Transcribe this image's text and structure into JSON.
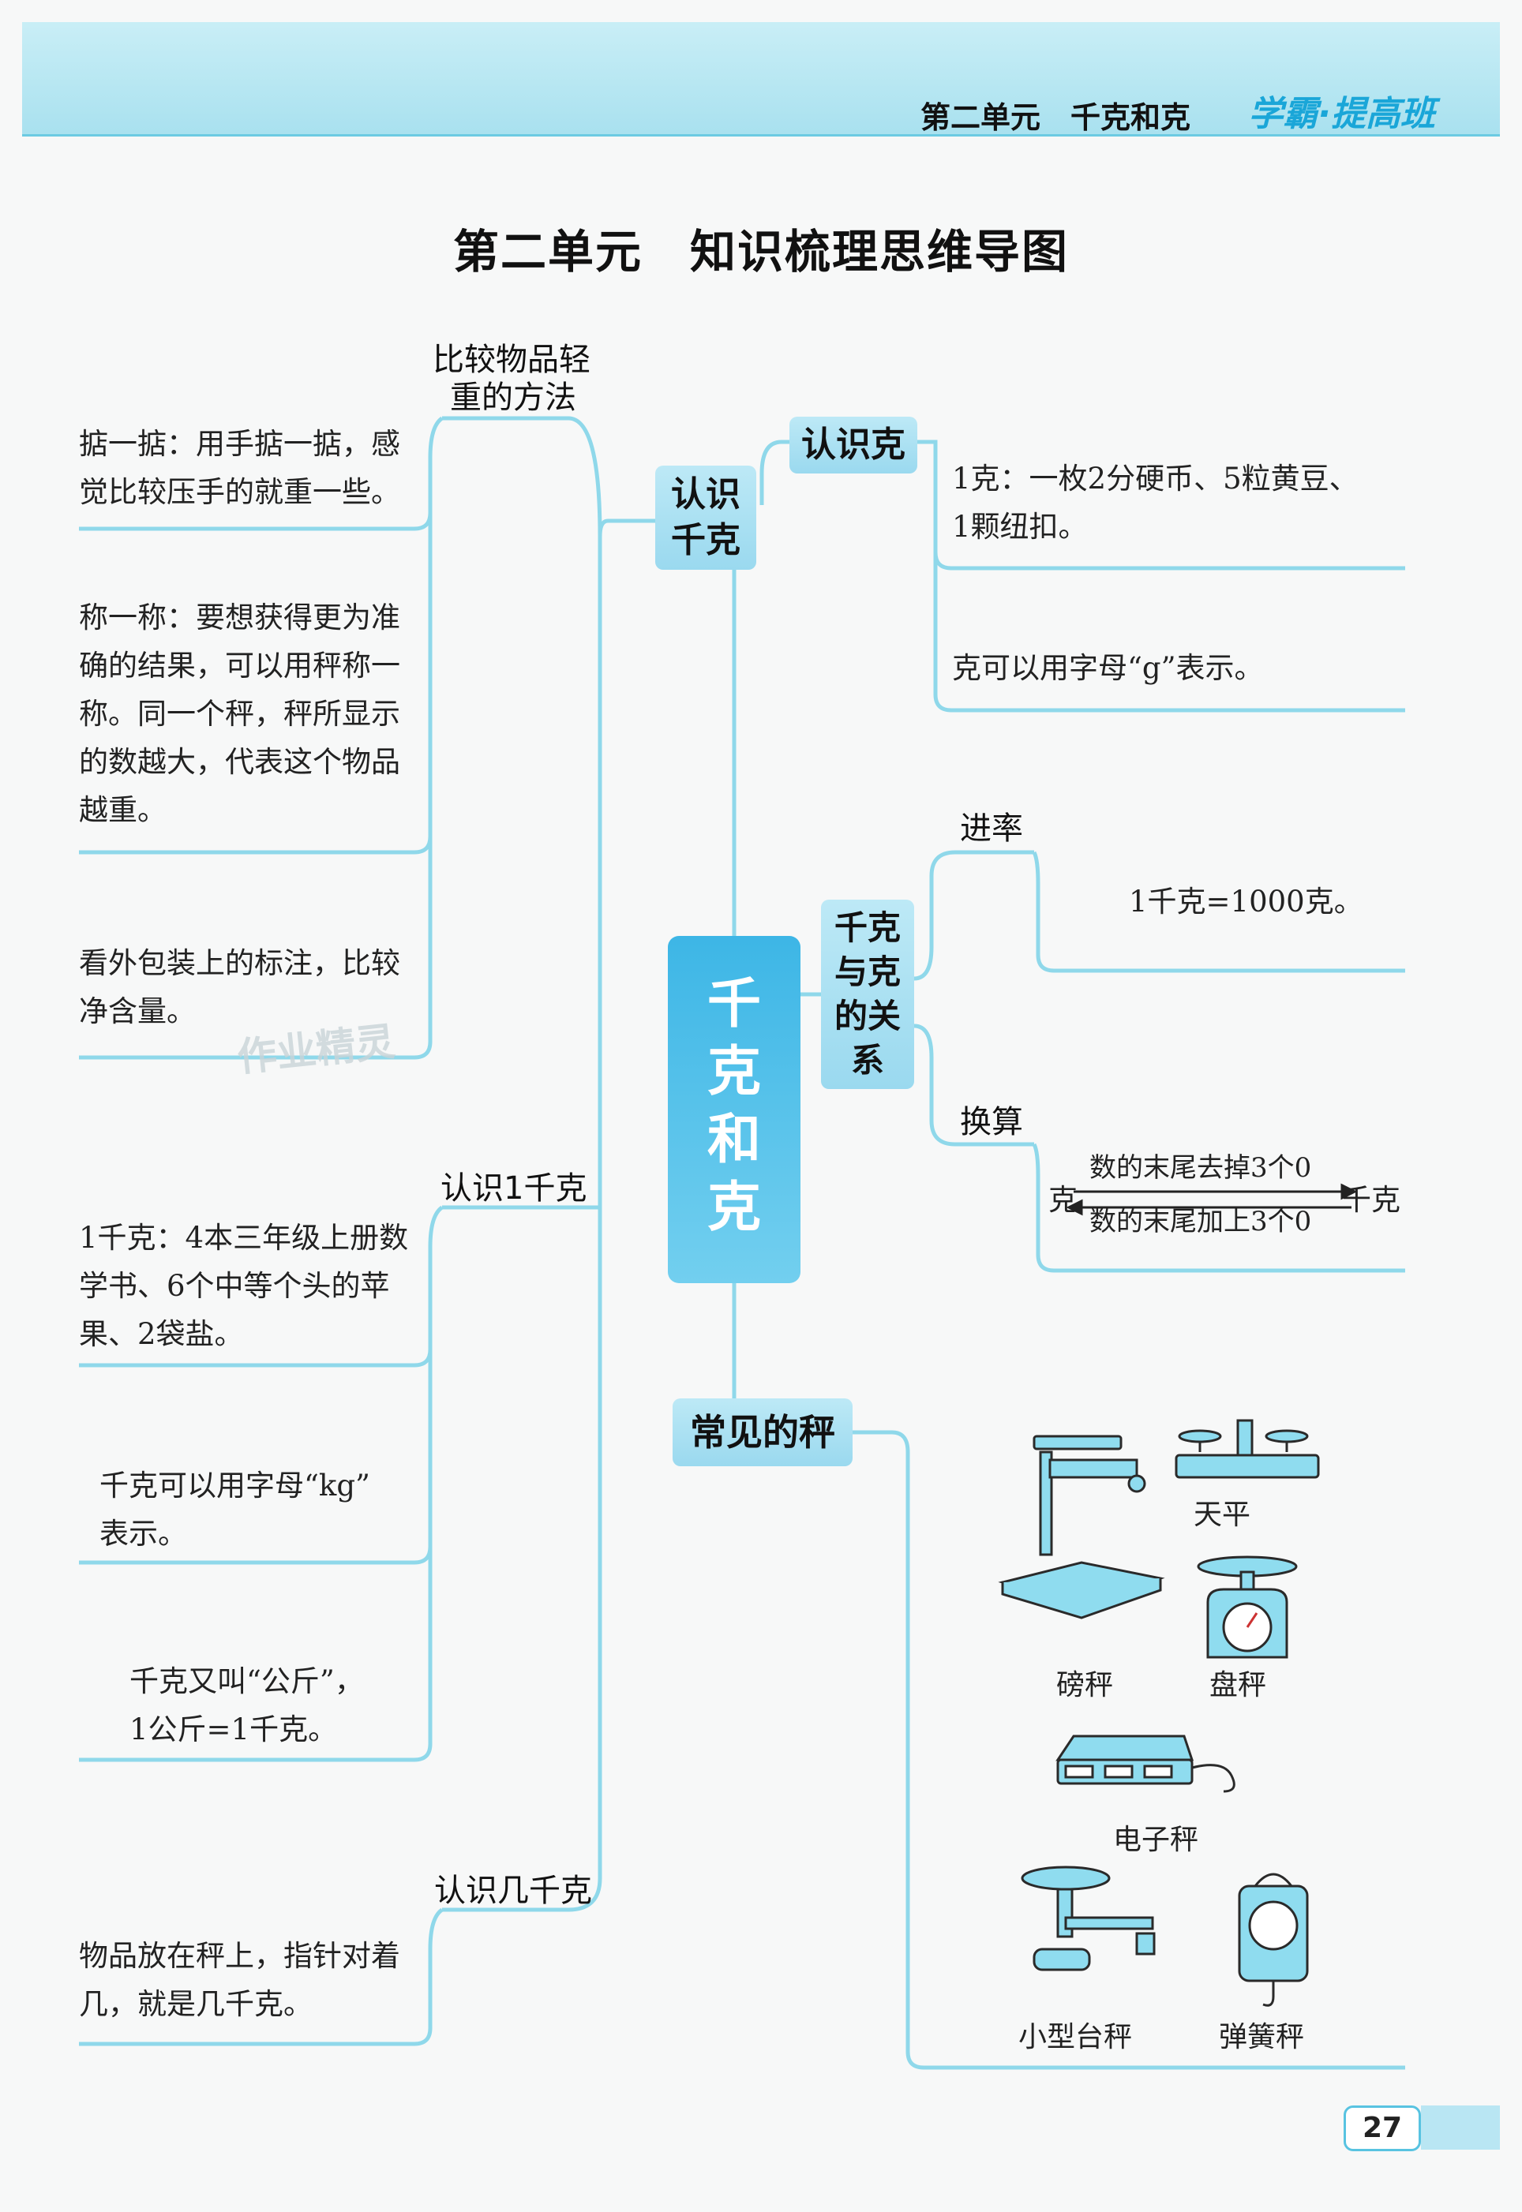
{
  "header": {
    "unit_label": "第二单元　千克和克",
    "brand": "学霸·提高班"
  },
  "title": "第二单元　知识梳理思维导图",
  "watermark": "作业精灵",
  "center_node": [
    "千",
    "克",
    "和",
    "克"
  ],
  "left": {
    "branch1_label": [
      "比较物品轻",
      "重的方法"
    ],
    "branch1_items": [
      [
        "掂一掂：用手掂一掂，感",
        "觉比较压手的就重一些。"
      ],
      [
        "称一称：要想获得更为准",
        "确的结果，可以用秤称一",
        "称。同一个秤，秤所显示",
        "的数越大，代表这个物品",
        "越重。"
      ],
      [
        "看外包装上的标注，比较",
        "净含量。"
      ]
    ],
    "branch2_label": "认识1千克",
    "branch2_items": [
      [
        "1千克：4本三年级上册数",
        "学书、6个中等个头的苹",
        "果、2袋盐。"
      ],
      [
        "千克可以用字母“kg”",
        "表示。"
      ],
      [
        "千克又叫“公斤”，",
        "1公斤=1千克。"
      ]
    ],
    "branch3_label": "认识几千克",
    "branch3_items": [
      [
        "物品放在秤上，指针对着",
        "几，就是几千克。"
      ]
    ]
  },
  "nodes": {
    "know_kg": [
      "认识",
      "千克"
    ],
    "know_g": "认识克",
    "relation": [
      "千克",
      "与克",
      "的关",
      "系"
    ],
    "scales": "常见的秤"
  },
  "right": {
    "g_items": [
      [
        "1克：一枚2分硬币、5粒黄豆、",
        "1颗纽扣。"
      ],
      [
        "克可以用字母“g”表示。"
      ]
    ],
    "rate_label": "进率",
    "rate_text": "1千克=1000克。",
    "convert_label": "换算",
    "convert": {
      "left": "克",
      "right": "千克",
      "top": "数的末尾去掉3个0",
      "bottom": "数的末尾加上3个0"
    },
    "scale_names": [
      "天平",
      "磅秤",
      "盘秤",
      "电子秤",
      "小型台秤",
      "弹簧秤"
    ]
  },
  "page_number": "27",
  "colors": {
    "line": "#8fd8ea",
    "accent": "#3db6e6",
    "node": "#a7def1"
  }
}
